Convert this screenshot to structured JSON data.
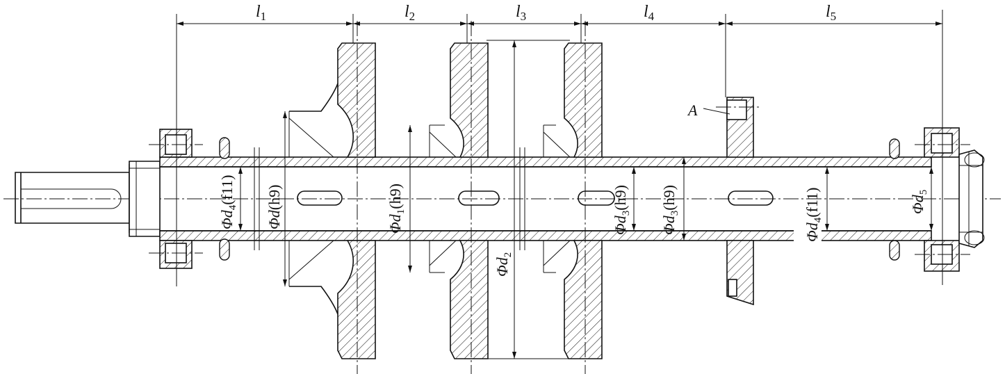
{
  "drawing": {
    "lengths": [
      {
        "sym": "l",
        "sub": "1"
      },
      {
        "sym": "l",
        "sub": "2"
      },
      {
        "sym": "l",
        "sub": "3"
      },
      {
        "sym": "l",
        "sub": "4"
      },
      {
        "sym": "l",
        "sub": "5"
      }
    ],
    "diameters": {
      "d4_left": {
        "phi": "Φ",
        "sym": "d",
        "sub": "4",
        "tol": "(f11)"
      },
      "d": {
        "phi": "Φ",
        "sym": "d",
        "sub": "",
        "tol": "(h9)"
      },
      "d1": {
        "phi": "Φ",
        "sym": "d",
        "sub": "1",
        "tol": "(h9)"
      },
      "d2": {
        "phi": "Φ",
        "sym": "d",
        "sub": "2",
        "tol": ""
      },
      "d3_a": {
        "phi": "Φ",
        "sym": "d",
        "sub": "3",
        "tol": "(h9)"
      },
      "d3_b": {
        "phi": "Φ",
        "sym": "d",
        "sub": "3",
        "tol": "(h9)"
      },
      "d4_right": {
        "phi": "Φ",
        "sym": "d",
        "sub": "4",
        "tol": "(f11)"
      },
      "d5": {
        "phi": "Φ",
        "sym": "d",
        "sub": "5",
        "tol": ""
      }
    },
    "callout": "A",
    "colors": {
      "line": "#111111",
      "background": "#ffffff"
    }
  }
}
